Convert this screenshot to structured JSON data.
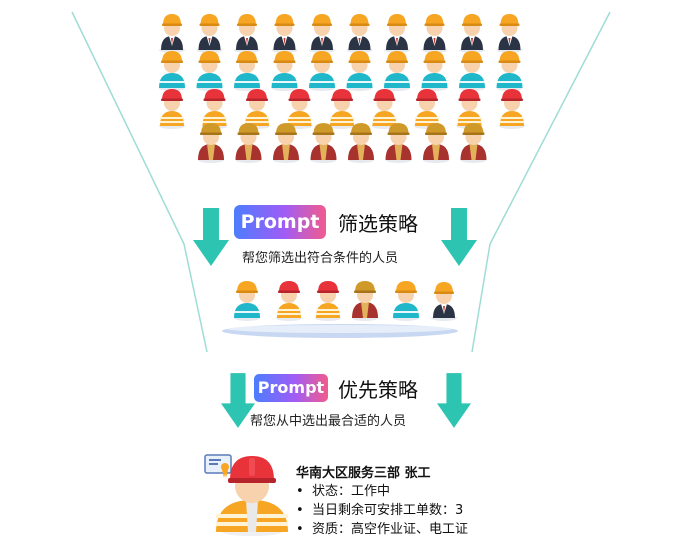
{
  "colors": {
    "arrow": "#2ec4b2",
    "funnel_line": "#9fdcd6",
    "badge_start": "#4c7dff",
    "badge_end": "#f25b8c",
    "helmet_orange": "#f6a623",
    "helmet_red": "#e8333b",
    "vest_teal": "#1fb7c9",
    "vest_orange": "#f6a623",
    "suit_dark": "#2b3445",
    "robe_red": "#a8322e",
    "skin": "#f7d2ad",
    "platform": "#9fb8e6"
  },
  "crowd": {
    "rows": [
      {
        "type": "manager",
        "count": 10
      },
      {
        "type": "teal",
        "count": 10
      },
      {
        "type": "red",
        "count": 9
      },
      {
        "type": "robe",
        "count": 8
      }
    ]
  },
  "stage1": {
    "badge": "Prompt",
    "title": "筛选策略",
    "subtitle": "帮您筛选出符合条件的人员",
    "icon": "arrow-down-icon"
  },
  "filtered": {
    "people": [
      "teal",
      "red",
      "red",
      "robe",
      "teal",
      "manager"
    ]
  },
  "stage2": {
    "badge": "Prompt",
    "title": "优先策略",
    "subtitle": "帮您从中选出最合适的人员",
    "icon": "arrow-down-icon"
  },
  "result": {
    "name": "华南大区服务三部  张工",
    "details": [
      "状态：工作中",
      "当日剩余可安排工单数：3",
      "资质：高空作业证、电工证"
    ],
    "icon": "certificate-icon",
    "person_icon": "worker-icon"
  }
}
